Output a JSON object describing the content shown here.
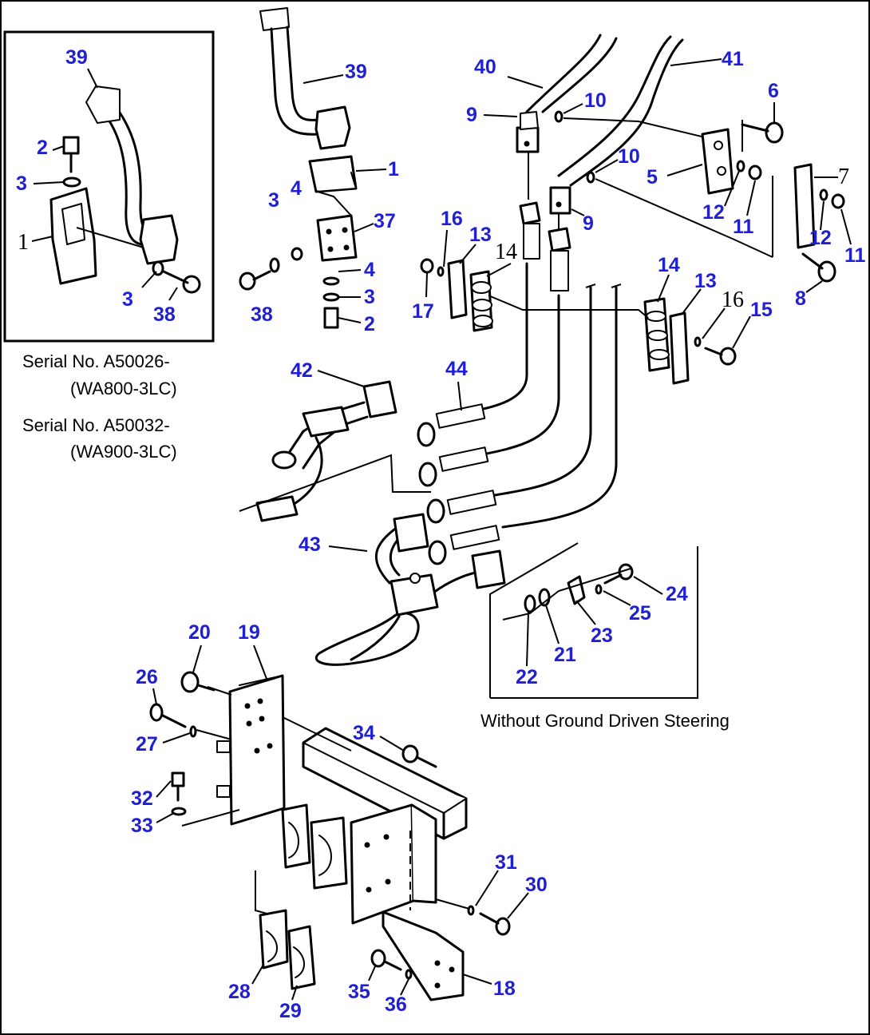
{
  "diagram": {
    "inset_callouts": [
      "39",
      "2",
      "3",
      "1",
      "3",
      "38"
    ],
    "inset_notes": [
      "Serial No. A50026-",
      "(WA800-3LC)",
      "Serial No. A50032-",
      "(WA900-3LC)"
    ],
    "variant_callouts": [
      "22",
      "21",
      "23",
      "25",
      "24"
    ],
    "variant_caption": "Without Ground Driven Steering",
    "upper_left_callouts": [
      "39",
      "1",
      "3",
      "4",
      "37",
      "38",
      "4",
      "3",
      "2"
    ],
    "upper_right_callouts": [
      "40",
      "41",
      "9",
      "10",
      "6",
      "10",
      "5",
      "7",
      "9",
      "12",
      "11",
      "12",
      "11",
      "8"
    ],
    "clamp_callouts": [
      "16",
      "13",
      "14",
      "17",
      "14",
      "13",
      "16",
      "15"
    ],
    "middle_callouts": [
      "42",
      "44",
      "43"
    ],
    "lower_callouts": [
      "20",
      "19",
      "26",
      "27",
      "34",
      "32",
      "33",
      "31",
      "30",
      "28",
      "29",
      "35",
      "36",
      "18"
    ]
  }
}
